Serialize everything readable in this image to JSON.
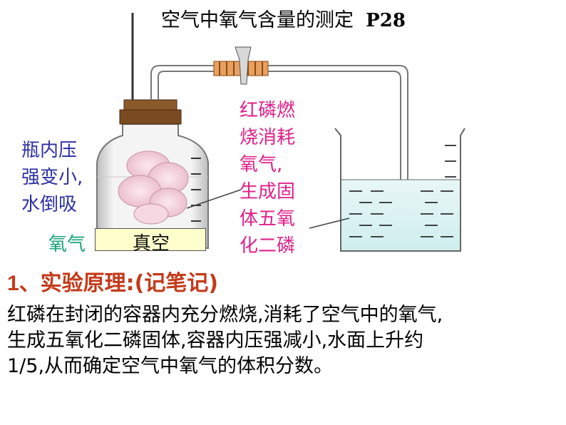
{
  "title": {
    "text": "空气中氧气含量的测定",
    "page_ref": "P28"
  },
  "diagram": {
    "left_note": [
      "瓶内压",
      "强变小,",
      "水倒吸"
    ],
    "right_note": [
      "红磷燃",
      "烧消耗",
      "氧气,",
      "生成固",
      "体五氧",
      "化二磷"
    ],
    "oxygen_label": "氧气",
    "vacuum_label": "真空"
  },
  "section": {
    "number": "1",
    "heading": "、实验原理:(记笔记)"
  },
  "principle": {
    "lines": [
      "红磷在封闭的容器内充分燃烧,消耗了空气中的氧气,",
      "生成五氧化二磷固体,容器内压强减小,水面上升约",
      "1/5,从而确定空气中氧气的体积分数。"
    ]
  }
}
